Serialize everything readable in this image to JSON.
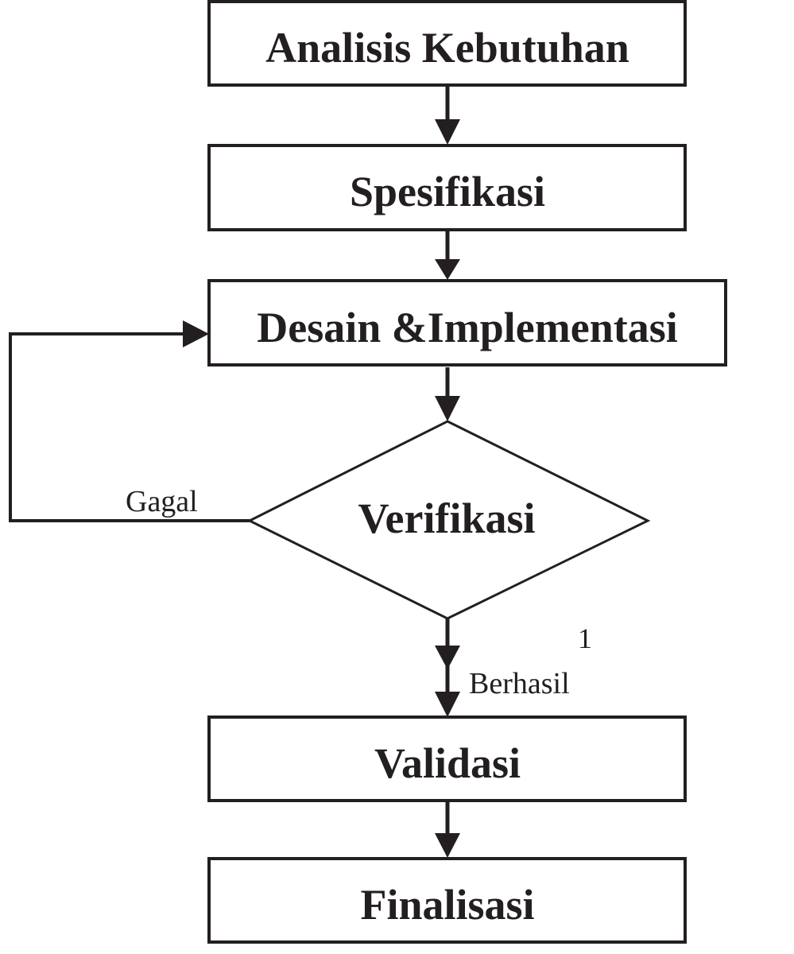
{
  "steps": {
    "analysis": "Analisis Kebutuhan",
    "specification": "Spesifikasi",
    "design": "Desain &Implementasi",
    "verification": "Verifikasi",
    "validation": "Validasi",
    "finalization": "Finalisasi"
  },
  "branches": {
    "fail": "Gagal",
    "success": "Berhasil",
    "marker": "1"
  },
  "colors": {
    "ink": "#231f20",
    "background": "#ffffff"
  }
}
